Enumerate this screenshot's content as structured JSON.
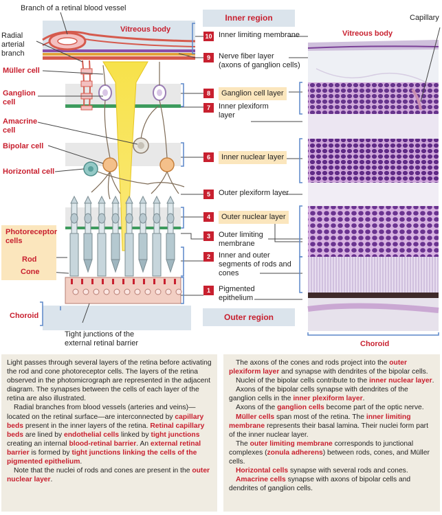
{
  "diagram": {
    "branch_label": "Branch of a retinal blood vessel",
    "vitreous_body": "Vitreous body",
    "radial_arterial_branch": "Radial\narterial\nbranch",
    "muller_cell": "Müller cell",
    "ganglion_cell": "Ganglion\ncell",
    "amacrine_cell": "Amacrine\ncell",
    "bipolar_cell": "Bipolar cell",
    "horizontal_cell": "Horizontal cell",
    "photoreceptor_cells": "Photoreceptor\ncells",
    "rod": "Rod",
    "cone": "Cone",
    "choroid": "Choroid",
    "tight_junctions": "Tight junctions of the\nexternal retinal barrier"
  },
  "regions": {
    "inner": "Inner region",
    "outer": "Outer region"
  },
  "layers": [
    {
      "num": "10",
      "label": "Inner limiting membrane",
      "highlight": false
    },
    {
      "num": "9",
      "label": "Nerve fiber layer\n(axons of ganglion cells)",
      "highlight": false
    },
    {
      "num": "8",
      "label": "Ganglion cell layer",
      "highlight": true
    },
    {
      "num": "7",
      "label": "Inner plexiform\nlayer",
      "highlight": false
    },
    {
      "num": "6",
      "label": "Inner nuclear layer",
      "highlight": true
    },
    {
      "num": "5",
      "label": "Outer plexiform layer",
      "highlight": false
    },
    {
      "num": "4",
      "label": "Outer nuclear layer",
      "highlight": true
    },
    {
      "num": "3",
      "label": "Outer limiting\nmembrane",
      "highlight": false
    },
    {
      "num": "2",
      "label": "Inner and outer\nsegments of rods and\ncones",
      "highlight": false
    },
    {
      "num": "1",
      "label": "Pigmented\nepithelium",
      "highlight": false
    }
  ],
  "micrograph": {
    "vitreous_body": "Vitreous body",
    "capillary": "Capillary",
    "choroid": "Choroid"
  },
  "left_text": [
    [
      {
        "t": "Light passes through several layers of the retina before activating the rod and cone photoreceptor cells. The layers of the retina observed in the photomicrograph are represented in the adjacent diagram. The synapses between the cells of each layer of the retina are also illustrated.",
        "h": false
      }
    ],
    [
      {
        "t": "Radial branches from blood vessels (arteries and veins)—located on the retinal surface—are interconnected by ",
        "h": false
      },
      {
        "t": "capillary beds",
        "h": true
      },
      {
        "t": " present in the inner layers of the retina. ",
        "h": false
      },
      {
        "t": "Retinal capillary beds",
        "h": true
      },
      {
        "t": " are lined by ",
        "h": false
      },
      {
        "t": "endothelial cells",
        "h": true
      },
      {
        "t": " linked by ",
        "h": false
      },
      {
        "t": "tight junctions",
        "h": true
      },
      {
        "t": " creating an internal ",
        "h": false
      },
      {
        "t": "blood-retinal barrier",
        "h": true
      },
      {
        "t": ". An ",
        "h": false
      },
      {
        "t": "external retinal barrier",
        "h": true
      },
      {
        "t": " is formed by ",
        "h": false
      },
      {
        "t": "tight junctions linking the cells of the pigmented epithelium",
        "h": true
      },
      {
        "t": ".",
        "h": false
      }
    ],
    [
      {
        "t": "Note that the nuclei of rods and cones are present in the ",
        "h": false
      },
      {
        "t": "outer nuclear layer",
        "h": true
      },
      {
        "t": ".",
        "h": false
      }
    ]
  ],
  "right_text": [
    [
      {
        "t": "The axons of the cones and rods project into the ",
        "h": false
      },
      {
        "t": "outer plexiform layer",
        "h": true
      },
      {
        "t": " and synapse with dendrites of the bipolar cells.",
        "h": false
      }
    ],
    [
      {
        "t": "Nuclei of the bipolar cells contribute to the ",
        "h": false
      },
      {
        "t": "inner nuclear layer",
        "h": true
      },
      {
        "t": ".",
        "h": false
      }
    ],
    [
      {
        "t": "Axons of the bipolar cells synapse with dendrites of the ganglion cells in the ",
        "h": false
      },
      {
        "t": "inner plexiform layer",
        "h": true
      },
      {
        "t": ".",
        "h": false
      }
    ],
    [
      {
        "t": "Axons of the ",
        "h": false
      },
      {
        "t": "ganglion cells",
        "h": true
      },
      {
        "t": " become part of the optic nerve.",
        "h": false
      }
    ],
    [
      {
        "t": "Müller cells",
        "h": true
      },
      {
        "t": " span most of the retina. The ",
        "h": false
      },
      {
        "t": "inner limiting membrane",
        "h": true
      },
      {
        "t": " represents their basal lamina. Their nuclei form part of the inner nuclear layer.",
        "h": false
      }
    ],
    [
      {
        "t": "The ",
        "h": false
      },
      {
        "t": "outer limiting membrane",
        "h": true
      },
      {
        "t": " corresponds to junctional complexes (",
        "h": false
      },
      {
        "t": "zonula adherens",
        "h": true
      },
      {
        "t": ") between rods, cones, and Müller cells.",
        "h": false
      }
    ],
    [
      {
        "t": "Horizontal cells",
        "h": true
      },
      {
        "t": " synapse with several rods and cones.",
        "h": false
      }
    ],
    [
      {
        "t": "Amacrine cells",
        "h": true
      },
      {
        "t": " synapse with axons of bipolar cells and dendrites of ganglion cells.",
        "h": false
      }
    ]
  ],
  "colors": {
    "accent": "#c8202f",
    "layer_highlight": "#fbe6bd",
    "region_bg": "#dbe4ec",
    "text_panel_bg": "#f0ece2",
    "muller_yellow": "#f7e24a",
    "stain_purple": "#7a3f97"
  }
}
